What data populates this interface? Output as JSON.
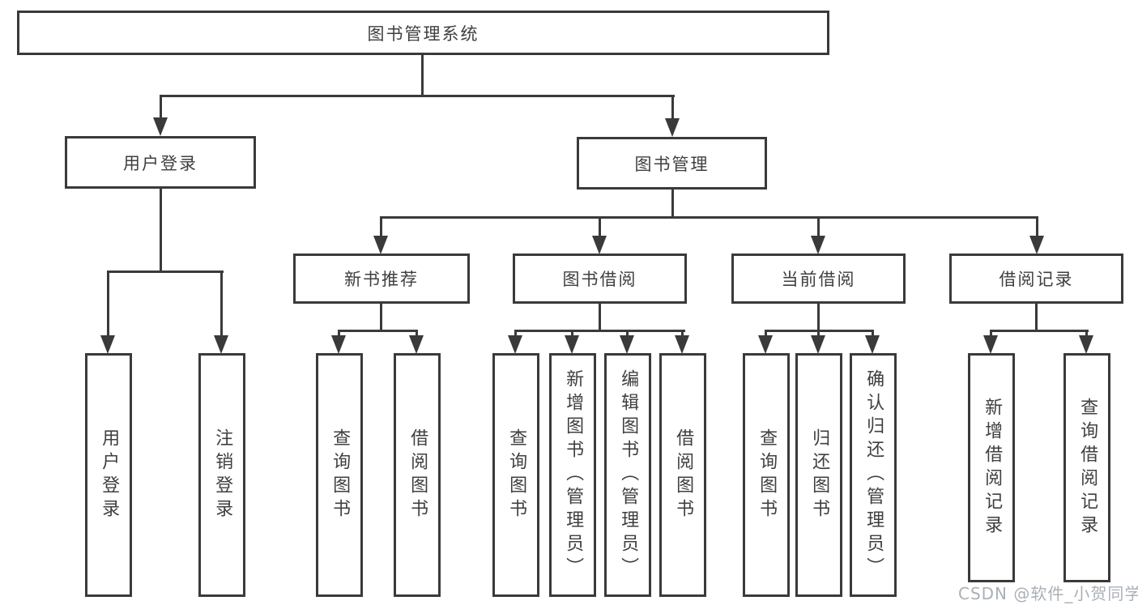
{
  "diagram": {
    "root": {
      "label": "图书管理系统",
      "children": [
        {
          "label": "用户登录",
          "children": [
            {
              "label": "用户登录"
            },
            {
              "label": "注销登录"
            }
          ]
        },
        {
          "label": "图书管理",
          "children": [
            {
              "label": "新书推荐",
              "children": [
                {
                  "label": "查询图书"
                },
                {
                  "label": "借阅图书"
                }
              ]
            },
            {
              "label": "图书借阅",
              "children": [
                {
                  "label": "查询图书"
                },
                {
                  "label": "新增图书（管理员）"
                },
                {
                  "label": "编辑图书（管理员）"
                },
                {
                  "label": "借阅图书"
                }
              ]
            },
            {
              "label": "当前借阅",
              "children": [
                {
                  "label": "查询图书"
                },
                {
                  "label": "归还图书"
                },
                {
                  "label": "确认归还（管理员）"
                }
              ]
            },
            {
              "label": "借阅记录",
              "children": [
                {
                  "label": "新增借阅记录"
                },
                {
                  "label": "查询借阅记录"
                }
              ]
            }
          ]
        }
      ]
    }
  },
  "watermark": "CSDN @软件_小贺同学",
  "colors": {
    "line": "#3a3a3a",
    "text": "#3f3f3f",
    "watermark": "#aab0b6",
    "background": "#ffffff"
  }
}
